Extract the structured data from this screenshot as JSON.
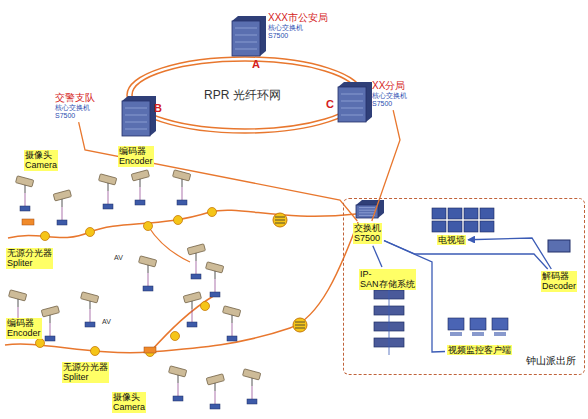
{
  "diagram": {
    "nodes": [
      {
        "text": [
          "XXX市公安局",
          "核心交换机 S7500"
        ]
      },
      {
        "text": [
          "交警支队",
          "核心交换机 S7500"
        ]
      },
      {
        "text": [
          "XX分局",
          "核心交换机 S7500"
        ]
      },
      {
        "text": [
          "钟山派出所"
        ]
      },
      {
        "text": [
          "交换机 S7500"
        ],
        "in": 3
      },
      {
        "text": [
          "IP-SAN存储系统"
        ],
        "in": 3
      },
      {
        "text": [
          "电视墙"
        ],
        "in": 3
      },
      {
        "text": [
          "解码器 Decoder"
        ],
        "in": 3
      },
      {
        "text": [
          "视频监控客户端"
        ],
        "in": 3
      }
    ],
    "edges": [
      {
        "from": 1,
        "to": 4,
        "arrow": "none"
      },
      {
        "from": 2,
        "to": 4,
        "arrow": "none"
      },
      {
        "from": 4,
        "to": 5,
        "arrow": "none"
      },
      {
        "from": 4,
        "to": 7,
        "arrow": "none"
      },
      {
        "from": 7,
        "to": 6,
        "arrow": "to"
      },
      {
        "from": 4,
        "to": 8,
        "arrow": "none"
      }
    ],
    "labels": [
      "A",
      "B",
      "C",
      "RPR 光纤环网",
      "摄像头 Camera",
      "编码器 Encoder",
      "无源分光器 Spliter",
      "AV",
      "AV",
      "编码器 Encoder",
      "无源分光器 Spliter",
      "摄像头 Camera"
    ]
  }
}
